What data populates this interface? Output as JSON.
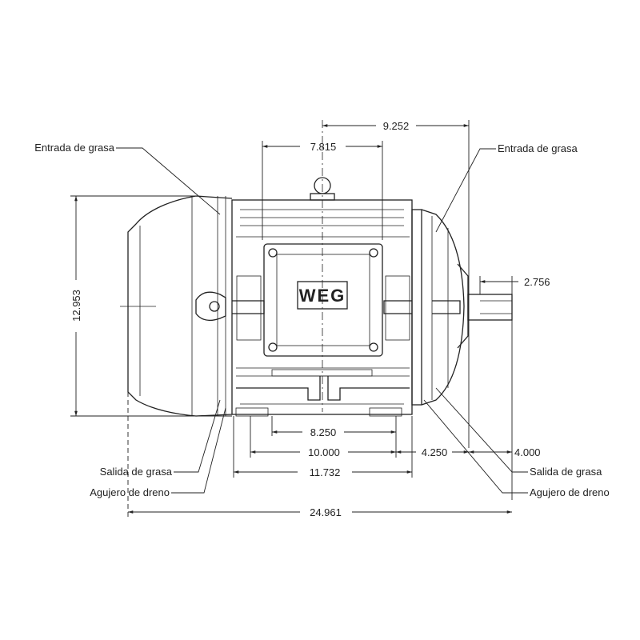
{
  "brand": {
    "logo_text": "WEG",
    "line_color": "#222222",
    "background": "#ffffff"
  },
  "labels": {
    "grease_inlet_left": "Entrada de grasa",
    "grease_inlet_right": "Entrada de grasa",
    "grease_outlet_left": "Salida de grasa",
    "grease_outlet_right": "Salida de grasa",
    "drain_hole_left": "Agujero de dreno",
    "drain_hole_right": "Agujero de dreno"
  },
  "dimensions": {
    "d_9252": "9.252",
    "d_7815": "7.815",
    "height_12953": "12.953",
    "shaft_2756": "2.756",
    "d_8250": "8.250",
    "d_10000": "10.000",
    "d_4250": "4.250",
    "d_4000": "4.000",
    "d_11732": "11.732",
    "overall_24961": "24.961"
  }
}
